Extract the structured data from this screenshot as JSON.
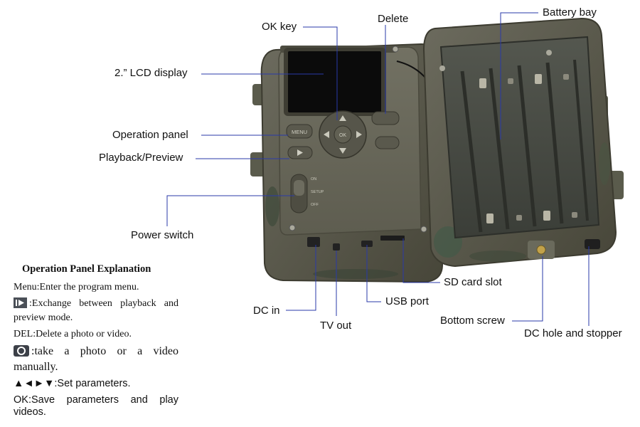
{
  "callouts": {
    "lcd_display": "2.” LCD display",
    "ok_key": "OK key",
    "delete": "Delete",
    "battery_bay": "Battery bay",
    "operation_panel": "Operation panel",
    "playback_preview": "Playback/Preview",
    "power_switch": "Power switch",
    "sd_card_slot": "SD card slot",
    "usb_port": "USB port",
    "dc_in": "DC in",
    "tv_out": "TV out",
    "bottom_screw": "Bottom screw",
    "dc_hole_stopper": "DC hole and stopper"
  },
  "device_markings": {
    "menu_key": "MENU",
    "ok_center": "OK",
    "switch_on": "ON",
    "switch_setup": "SETUP",
    "switch_off": "OFF"
  },
  "explanation": {
    "title": "Operation Panel Explanation",
    "menu": "Menu:Enter the program menu.",
    "playback_icon": "playback-icon",
    "playback": ":Exchange between playback and preview mode.",
    "del": "DEL:Delete a photo or video.",
    "camera_icon": "camera-icon",
    "shot": ":take a photo or a video manually.",
    "arrows": "▲◄►▼:Set parameters.",
    "ok": "OK:Save parameters and play videos."
  },
  "colors": {
    "leader_line": "#2a3aa8",
    "camera_shell": "#59584a",
    "panel_face": "#6b6a5c",
    "screen": "#0b0b0b"
  }
}
